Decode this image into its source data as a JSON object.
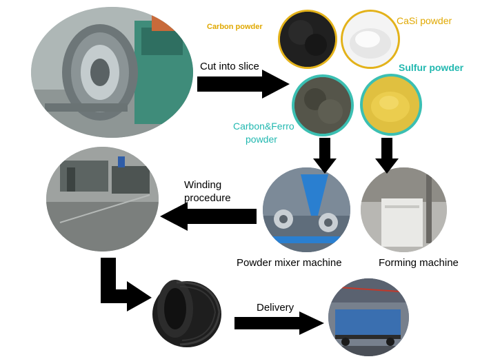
{
  "labels": {
    "cut_into_slice": "Cut into slice",
    "carbon_powder": "Carbon powder",
    "casi_powder": "CaSi powder",
    "sulfur_powder": "Sulfur powder",
    "carbon_ferro_line1": "Carbon&Ferro",
    "carbon_ferro_line2": "powder",
    "winding_line1": "Winding",
    "winding_line2": "procedure",
    "powder_mixer": "Powder mixer machine",
    "forming_machine": "Forming machine",
    "delivery": "Delivery"
  },
  "colors": {
    "carbon_label": "#e0a800",
    "casi_label": "#e0a800",
    "sulfur_label": "#22b8b0",
    "carbon_ferro_label": "#22b8b0",
    "ring_gold": "#e3b21a",
    "ring_teal": "#3bbfb2",
    "arrow": "#000000"
  }
}
